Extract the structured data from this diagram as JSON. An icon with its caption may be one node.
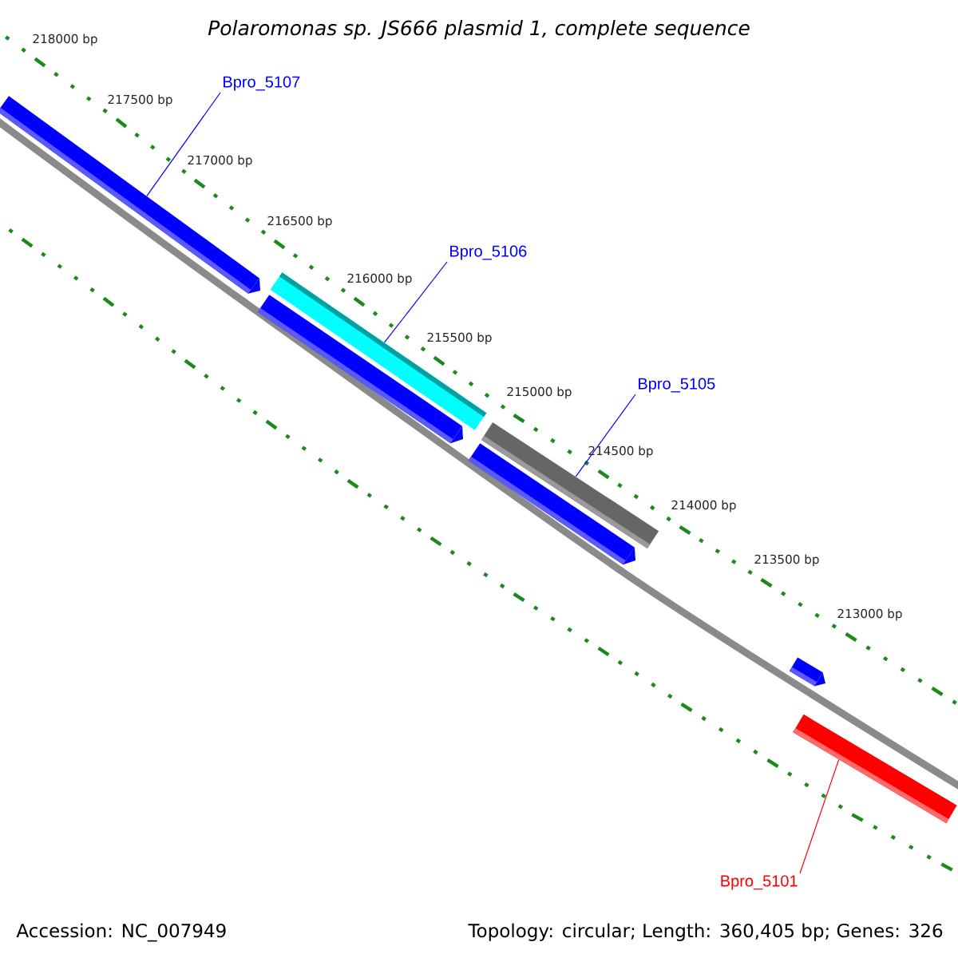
{
  "diagram": {
    "title": "Polaromonas sp. JS666 plasmid 1, complete sequence",
    "nodes": [
      {
        "text": [
          "Bpro_5107"
        ]
      },
      {
        "text": [],
        "shape": "arrow"
      },
      {
        "text": [
          "Bpro_5106"
        ]
      },
      {
        "text": [],
        "shape": "bar"
      },
      {
        "text": [],
        "shape": "arrow"
      },
      {
        "text": [
          "Bpro_5105"
        ]
      },
      {
        "text": [],
        "shape": "bar"
      },
      {
        "text": [],
        "shape": "arrow"
      },
      {
        "text": [],
        "shape": "arrow"
      },
      {
        "text": [],
        "shape": "bar"
      },
      {
        "text": [
          "Bpro_5101"
        ]
      }
    ],
    "edges": [
      {
        "from": 0,
        "to": 1,
        "arrow": "none"
      },
      {
        "from": 2,
        "to": 3,
        "arrow": "none"
      },
      {
        "from": 5,
        "to": 6,
        "arrow": "none"
      },
      {
        "from": 10,
        "to": 9,
        "arrow": "none",
        "color": "#ff0000"
      }
    ],
    "labels": [
      "218000 bp",
      "217500 bp",
      "217000 bp",
      "216500 bp",
      "216000 bp",
      "215500 bp",
      "215000 bp",
      "214500 bp",
      "214000 bp",
      "213500 bp",
      "213000 bp",
      "Accession: NC_007949",
      "Topology: circular; Length: 360,405 bp; Genes: 326"
    ]
  }
}
